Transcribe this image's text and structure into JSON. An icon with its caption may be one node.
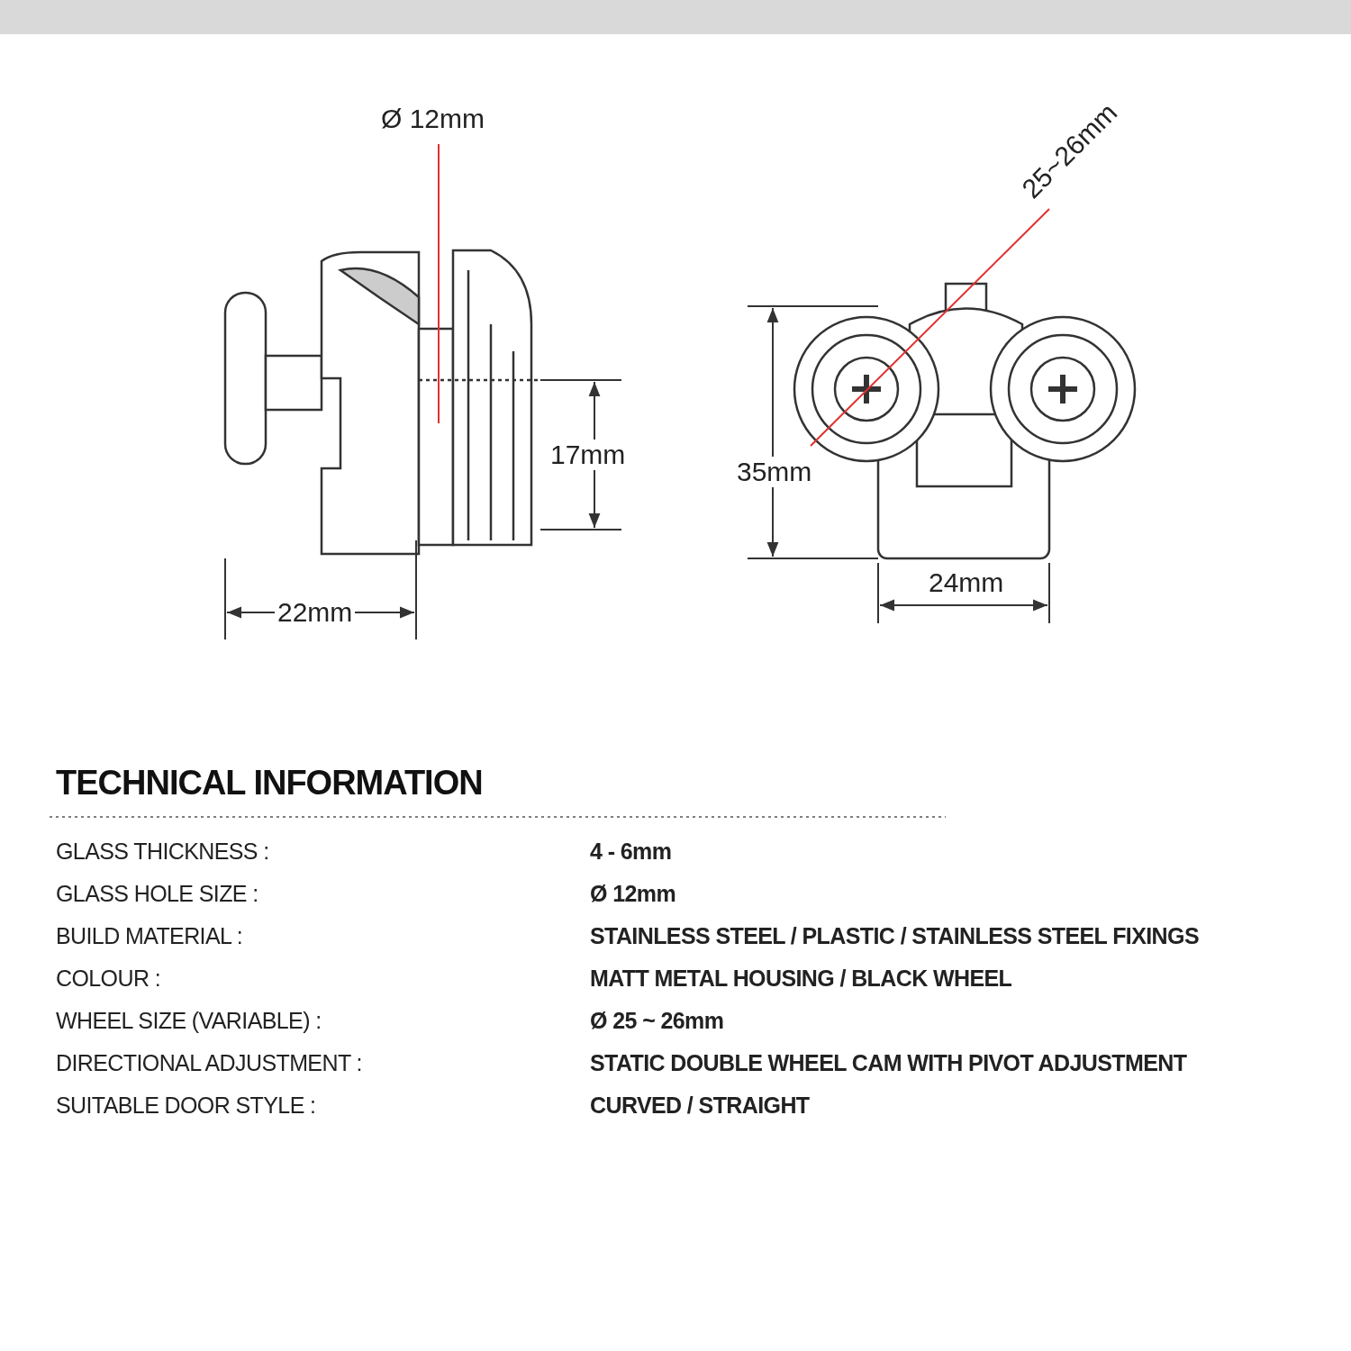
{
  "diagram": {
    "title": "TECHNICAL INFORMATION",
    "labels": [
      "Ø 12mm",
      "25~26mm",
      "17mm",
      "35mm",
      "24mm",
      "22mm",
      "GLASS THICKNESS :",
      "4 - 6mm",
      "GLASS HOLE SIZE :",
      "Ø 12mm",
      "BUILD MATERIAL :",
      "STAINLESS STEEL / PLASTIC / STAINLESS STEEL FIXINGS",
      "COLOUR :",
      "MATT METAL HOUSING / BLACK WHEEL",
      "WHEEL SIZE (VARIABLE) :",
      "Ø 25 ~ 26mm",
      "DIRECTIONAL ADJUSTMENT :",
      "STATIC DOUBLE WHEEL CAM WITH PIVOT ADJUSTMENT",
      "SUITABLE DOOR STYLE :",
      "CURVED / STRAIGHT"
    ]
  }
}
